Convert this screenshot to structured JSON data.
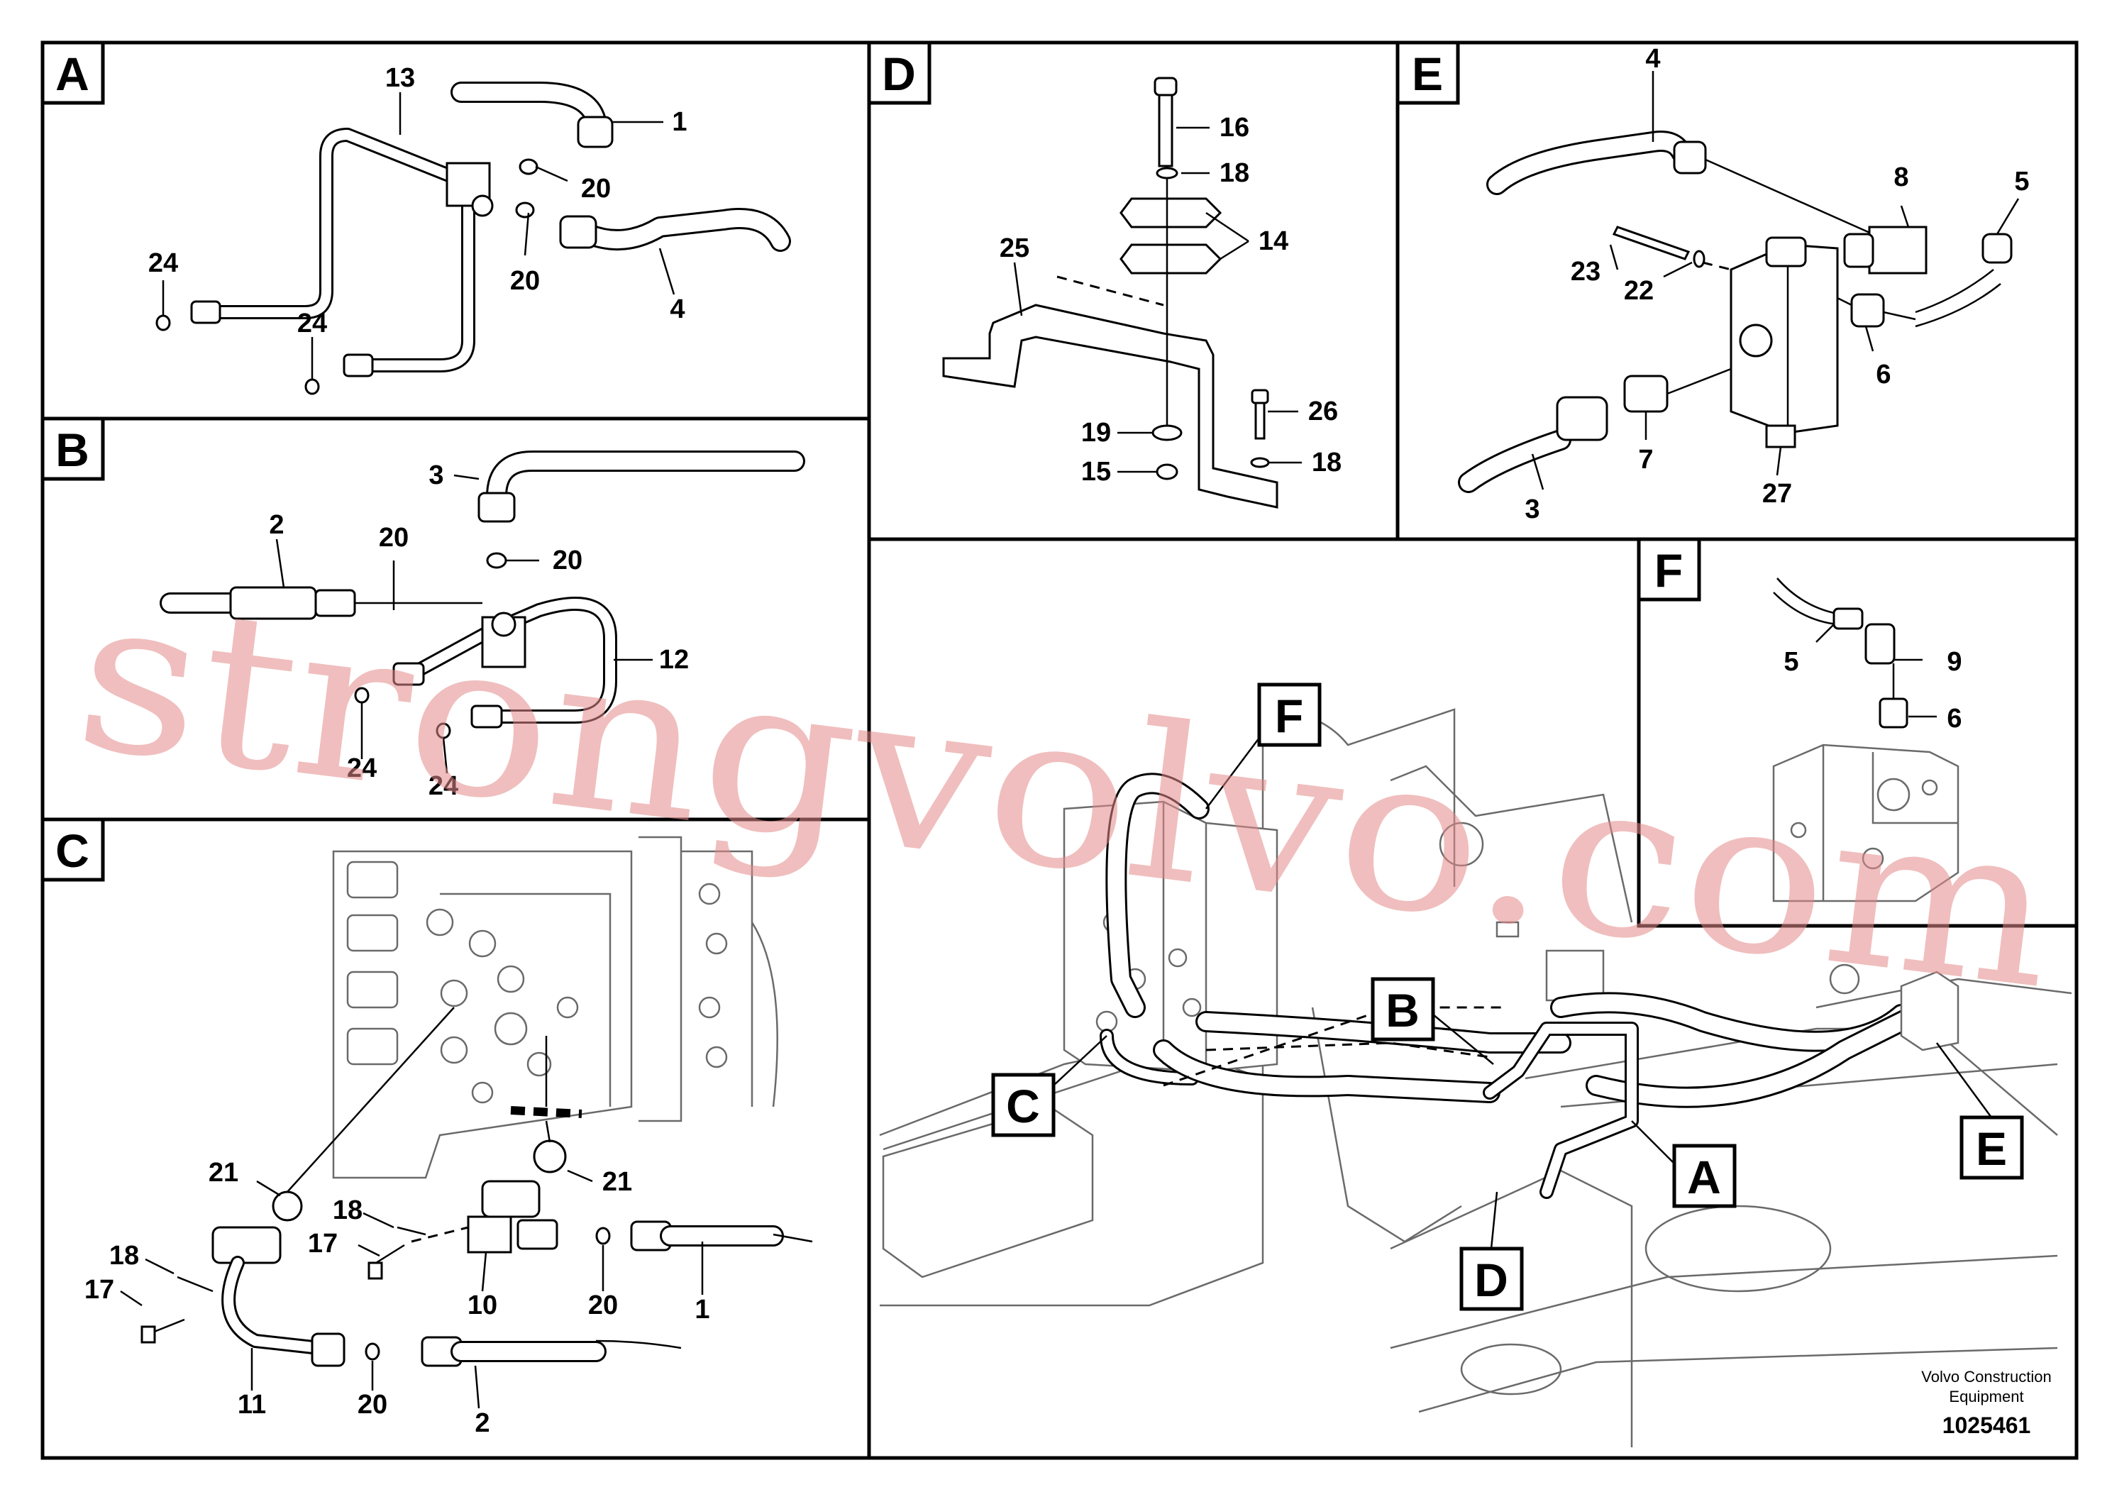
{
  "panels": {
    "A": {
      "label": "A",
      "callouts": [
        "13",
        "1",
        "20",
        "20",
        "24",
        "24",
        "4"
      ]
    },
    "B": {
      "label": "B",
      "callouts": [
        "3",
        "2",
        "20",
        "20",
        "12",
        "24",
        "24"
      ]
    },
    "C": {
      "label": "C",
      "callouts": [
        "21",
        "21",
        "18",
        "17",
        "18",
        "17",
        "10",
        "20",
        "1",
        "11",
        "20",
        "2"
      ]
    },
    "D": {
      "label": "D",
      "callouts": [
        "16",
        "18",
        "14",
        "25",
        "19",
        "15",
        "26",
        "18"
      ]
    },
    "E": {
      "label": "E",
      "callouts": [
        "4",
        "8",
        "5",
        "23",
        "22",
        "6",
        "7",
        "3",
        "27"
      ]
    },
    "F": {
      "label": "F",
      "callouts": [
        "5",
        "9",
        "6"
      ]
    }
  },
  "overview_tags": [
    "F",
    "B",
    "C",
    "A",
    "D",
    "E"
  ],
  "footer": {
    "company_line1": "Volvo Construction",
    "company_line2": "Equipment",
    "drawing_number": "1025461"
  },
  "watermark": "strongvolvo.com",
  "colors": {
    "ink": "#000000",
    "machine_line": "#6a6a6a",
    "watermark": "#e58a8a"
  }
}
